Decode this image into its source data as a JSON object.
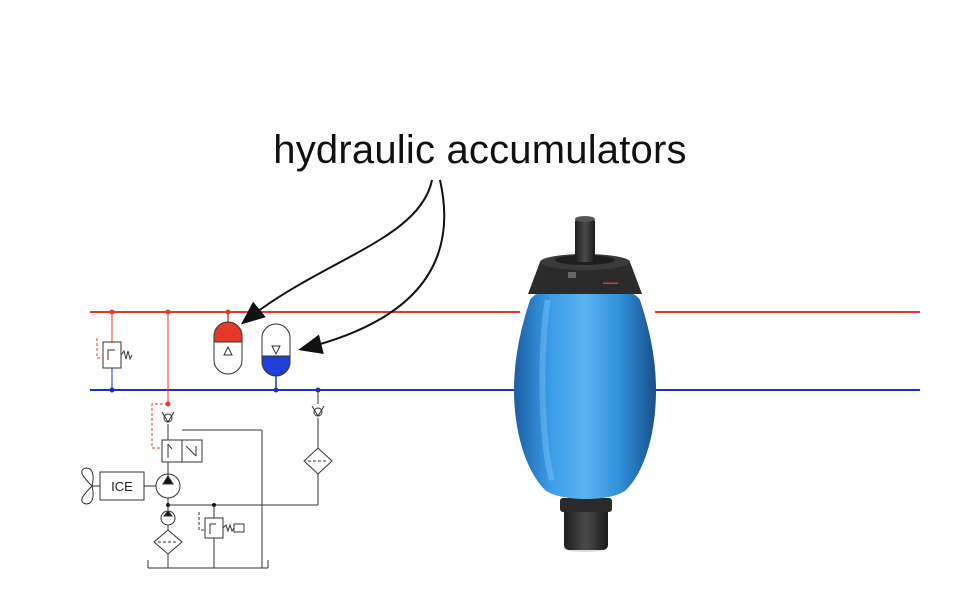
{
  "title": "hydraulic accumulators",
  "engine_label": "ICE",
  "colors": {
    "high_pressure_line": "#e53a2a",
    "low_pressure_line": "#1f2fc4",
    "accumulator_high": "#e53a2a",
    "accumulator_low": "#1f3fd6",
    "accumulator_body": "#2f8fd8",
    "schematic_stroke": "#333333",
    "annotation_arrow": "#111111"
  },
  "icons": [
    "accumulator-symbol",
    "relief-valve-symbol",
    "check-valve-symbol",
    "pump-symbol",
    "filter-symbol",
    "directional-valve-symbol",
    "propeller-symbol",
    "bladder-accumulator-photo"
  ]
}
